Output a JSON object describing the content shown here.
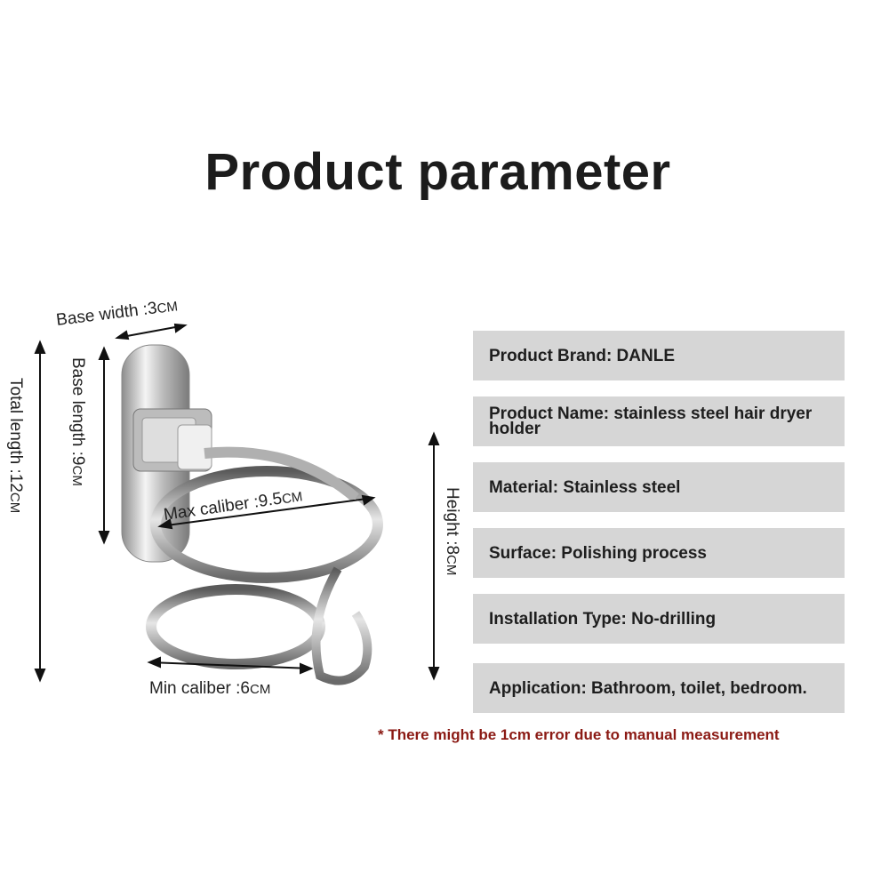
{
  "title": "Product parameter",
  "dimensions": {
    "base_width": {
      "label": "Base width :3",
      "unit": "CM"
    },
    "base_length": {
      "label": "Base length :9",
      "unit": "CM"
    },
    "total_length": {
      "label": "Total length :12",
      "unit": "CM"
    },
    "max_caliber": {
      "label": "Max caliber :9.5",
      "unit": "CM"
    },
    "min_caliber": {
      "label": "Min caliber :6",
      "unit": "CM"
    },
    "height": {
      "label": "Height :8",
      "unit": "CM"
    }
  },
  "specs": [
    {
      "text": "Product Brand: DANLE"
    },
    {
      "text": "Product Name: stainless steel hair dryer holder"
    },
    {
      "text": "Material: Stainless steel"
    },
    {
      "text": "Surface: Polishing process"
    },
    {
      "text": "Installation Type: No-drilling"
    },
    {
      "text": "Application: Bathroom, toilet, bedroom."
    }
  ],
  "note": "* There might be 1cm error due to manual measurement",
  "colors": {
    "row_bg": "#d6d6d6",
    "note": "#8b1a14",
    "title": "#1c1c1c"
  }
}
